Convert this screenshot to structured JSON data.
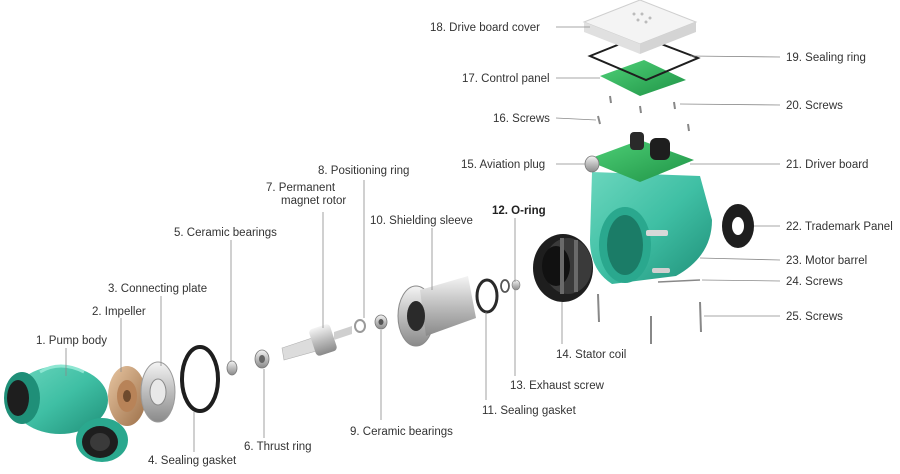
{
  "labels": {
    "p1": "1. Pump body",
    "p2": "2. Impeller",
    "p3": "3. Connecting plate",
    "p4": "4. Sealing gasket",
    "p5": "5. Ceramic bearings",
    "p6": "6. Thrust ring",
    "p7a": "7. Permanent",
    "p7b": "magnet rotor",
    "p8": "8. Positioning ring",
    "p9": "9. Ceramic bearings",
    "p10": "10. Shielding sleeve",
    "p11": "11. Sealing gasket",
    "p12": "12. O-ring",
    "p13": "13. Exhaust screw",
    "p14": "14. Stator coil",
    "p15": "15. Aviation plug",
    "p16": "16. Screws",
    "p17": "17. Control panel",
    "p18": "18. Drive board cover",
    "p19": "19. Sealing ring",
    "p20": "20. Screws",
    "p21": "21. Driver board",
    "p22": "22. Trademark Panel",
    "p23": "23. Motor barrel",
    "p24": "24. Screws",
    "p25": "25. Screws"
  },
  "colors": {
    "teal": "#3fbfa4",
    "teal_dark": "#1f8f78",
    "green_board": "#2eb35a",
    "copper": "#c99a6e",
    "black": "#1e1e1e",
    "label": "#333333",
    "leader": "#8a8a8a"
  }
}
